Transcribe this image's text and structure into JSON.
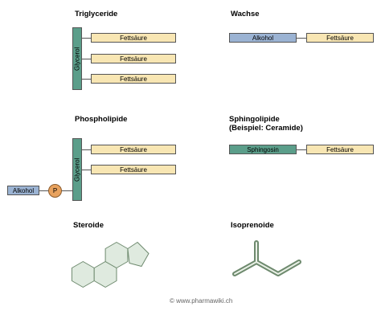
{
  "sections": {
    "triglyceride": {
      "title": "Triglyceride",
      "backbone": "Glycerol",
      "chains": [
        "Fettsäure",
        "Fettsäure",
        "Fettsäure"
      ]
    },
    "wachse": {
      "title": "Wachse",
      "left": "Alkohol",
      "right": "Fettsäure"
    },
    "phospholipide": {
      "title": "Phospholipide",
      "backbone": "Glycerol",
      "chains": [
        "Fettsäure",
        "Fettsäure"
      ],
      "phosphate": "P",
      "alcohol": "Alkohol"
    },
    "sphingolipide": {
      "title_line1": "Sphingolipide",
      "title_line2": "(Beispiel: Ceramide)",
      "left": "Sphingosin",
      "right": "Fettsäure"
    },
    "steroide": {
      "title": "Steroide"
    },
    "isoprenoide": {
      "title": "Isoprenoide"
    }
  },
  "colors": {
    "fatty_acid": "#f8e6b3",
    "alcohol": "#9bb3d3",
    "backbone": "#5b9e8a",
    "phosphate": "#e8a25e",
    "steroid_fill": "#dfeadf"
  },
  "copyright": "© www.pharmawiki.ch"
}
